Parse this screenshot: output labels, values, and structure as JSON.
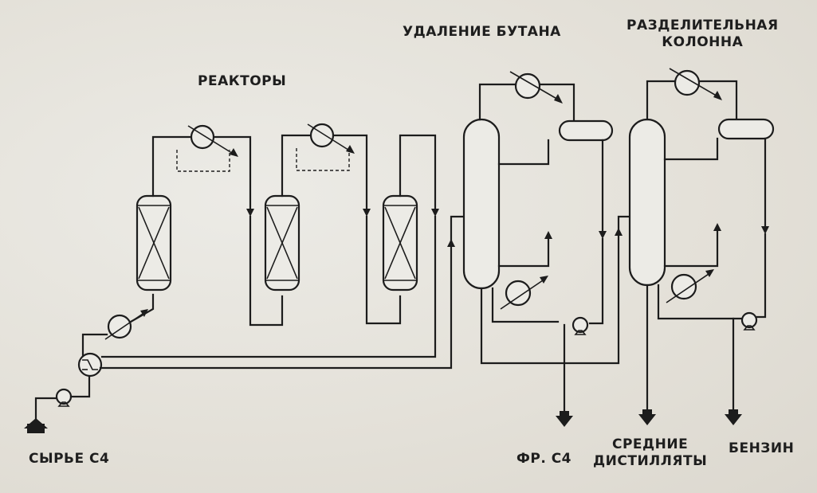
{
  "labels": {
    "reactors": "РЕАКТОРЫ",
    "butane_removal": "УДАЛЕНИЕ БУТАНА",
    "splitter_line1": "РАЗДЕЛИТЕЛЬНАЯ",
    "splitter_line2": "КОЛОННА",
    "feed": "СЫРЬЕ  С4",
    "c4_fraction": "ФР. С4",
    "middle_distillates_line1": "СРЕДНИЕ",
    "middle_distillates_line2": "ДИСТИЛЛЯТЫ",
    "gasoline": "БЕНЗИН"
  },
  "icons": {
    "heat_exchanger": "heat-exchanger-icon",
    "pump": "pump-icon",
    "reactor": "reactor-icon",
    "column": "distillation-column-icon",
    "drum": "reflux-drum-icon",
    "arrow": "flow-arrow-icon"
  },
  "colors": {
    "line": "#1c1c1c",
    "background": "#e6e3dc"
  }
}
